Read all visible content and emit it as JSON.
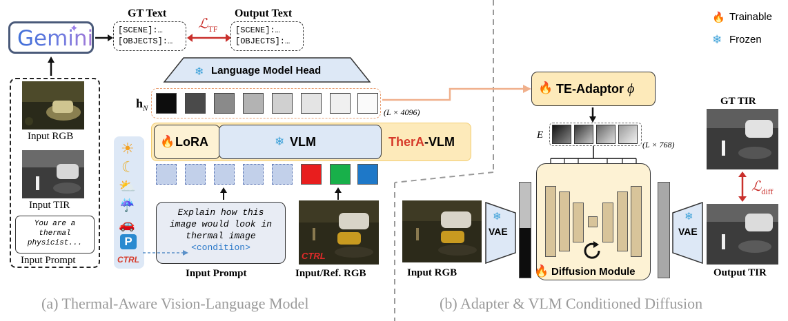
{
  "left": {
    "gemini": "Gemini",
    "gt_text_title": "GT Text",
    "output_text_title": "Output Text",
    "scene_line": "[SCENE]:…",
    "objects_line": "[OBJECTS]:…",
    "loss_tf": "ℒ",
    "loss_tf_sub": "TF",
    "lm_head": "Language Model Head",
    "h_label": "h",
    "h_sub": "N",
    "h_dims": "(L × 4096)",
    "lora": "LoRA",
    "vlm": "VLM",
    "thera_red": "TherA",
    "thera_rest": "-VLM",
    "input_rgb": "Input RGB",
    "input_tir": "Input TIR",
    "input_prompt_box": "You are a thermal physicist...",
    "input_prompt_label": "Input Prompt",
    "prompt_line1": "Explain how this",
    "prompt_line2": "image would look in",
    "prompt_line3": "thermal image",
    "prompt_line4": "<condition>",
    "ctrl": "CTRL",
    "input_prompt_label2": "Input Prompt",
    "input_ref_rgb": "Input/Ref. RGB",
    "caption": "(a) Thermal-Aware Vision-Language Model"
  },
  "right": {
    "trainable": "Trainable",
    "frozen": "Frozen",
    "te_adaptor": "TE-Adaptor",
    "phi": "ϕ",
    "e_label": "E",
    "e_dims": "(L × 768)",
    "gt_tir": "GT TIR",
    "loss_diff": "ℒ",
    "loss_diff_sub": "diff",
    "vae": "VAE",
    "vae2": "VAE",
    "input_rgb": "Input RGB",
    "diffusion": "Diffusion Module",
    "output_tir": "Output TIR",
    "caption": "(b) Adapter & VLM Conditioned Diffusion"
  },
  "colors": {
    "accent_red": "#d63a2a",
    "vlm_fill": "#dde8f6",
    "vlm_border": "#f2cc70",
    "thera_bg": "#fdeaba",
    "diffusion_bg": "#fdf2d4",
    "unet_block": "#d8c49a"
  },
  "icons": [
    "gemini-logo",
    "snowflake-icon",
    "flame-icon",
    "sun-icon",
    "moon-icon",
    "cloud-sun-icon",
    "rain-icon",
    "car-icon",
    "parking-icon",
    "cycle-icon"
  ]
}
